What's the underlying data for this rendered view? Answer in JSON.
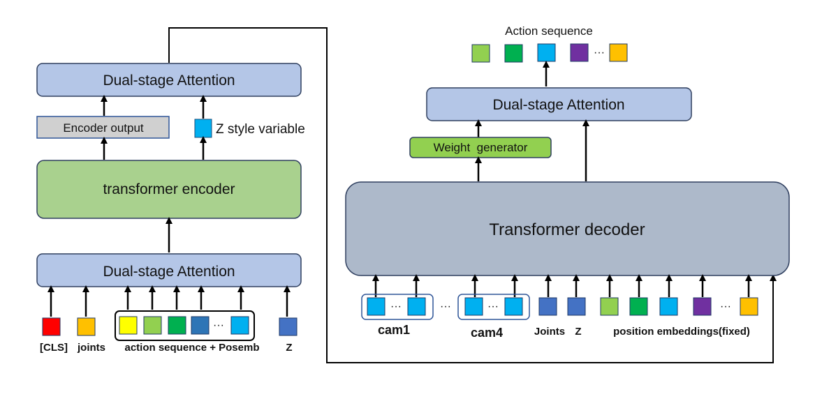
{
  "encoder": {
    "top_attention_label": "Dual-stage Attention",
    "encoder_output_label": "Encoder output",
    "z_style_label": "Z style variable",
    "transformer_label": "transformer encoder",
    "bottom_attention_label": "Dual-stage Attention",
    "inputs": {
      "cls_label": "[CLS]",
      "joints_label": "joints",
      "action_label": "action sequence + Posemb",
      "z_label": "Z",
      "ellipsis": "···"
    }
  },
  "decoder": {
    "output_title": "Action sequence",
    "output_ellipsis": "···",
    "attention_label": "Dual-stage Attention",
    "weight_label": "Weight  generator",
    "transformer_label": "Transformer decoder",
    "inputs": {
      "cam1_label": "cam1",
      "cam4_label": "cam4",
      "joints_label": "Joints",
      "z_label": "Z",
      "pos_label": "position embeddings(fixed)",
      "inner_ellipsis": "···",
      "between_ellipsis": "···",
      "pos_ellipsis": "···"
    }
  },
  "colors": {
    "attention": "#b4c6e7",
    "encoder_output": "#d0d0d0",
    "transformer_encoder": "#a9d18e",
    "transformer_decoder": "#adb9ca",
    "weight_generator": "#92d050",
    "red": "#ff0000",
    "orange": "#ffc000",
    "yellow": "#ffff00",
    "light_green": "#92d050",
    "green": "#00b050",
    "dark_blue": "#2e75b6",
    "cyan": "#00b0f0",
    "steel_blue": "#4472c4",
    "purple": "#7030a0"
  }
}
